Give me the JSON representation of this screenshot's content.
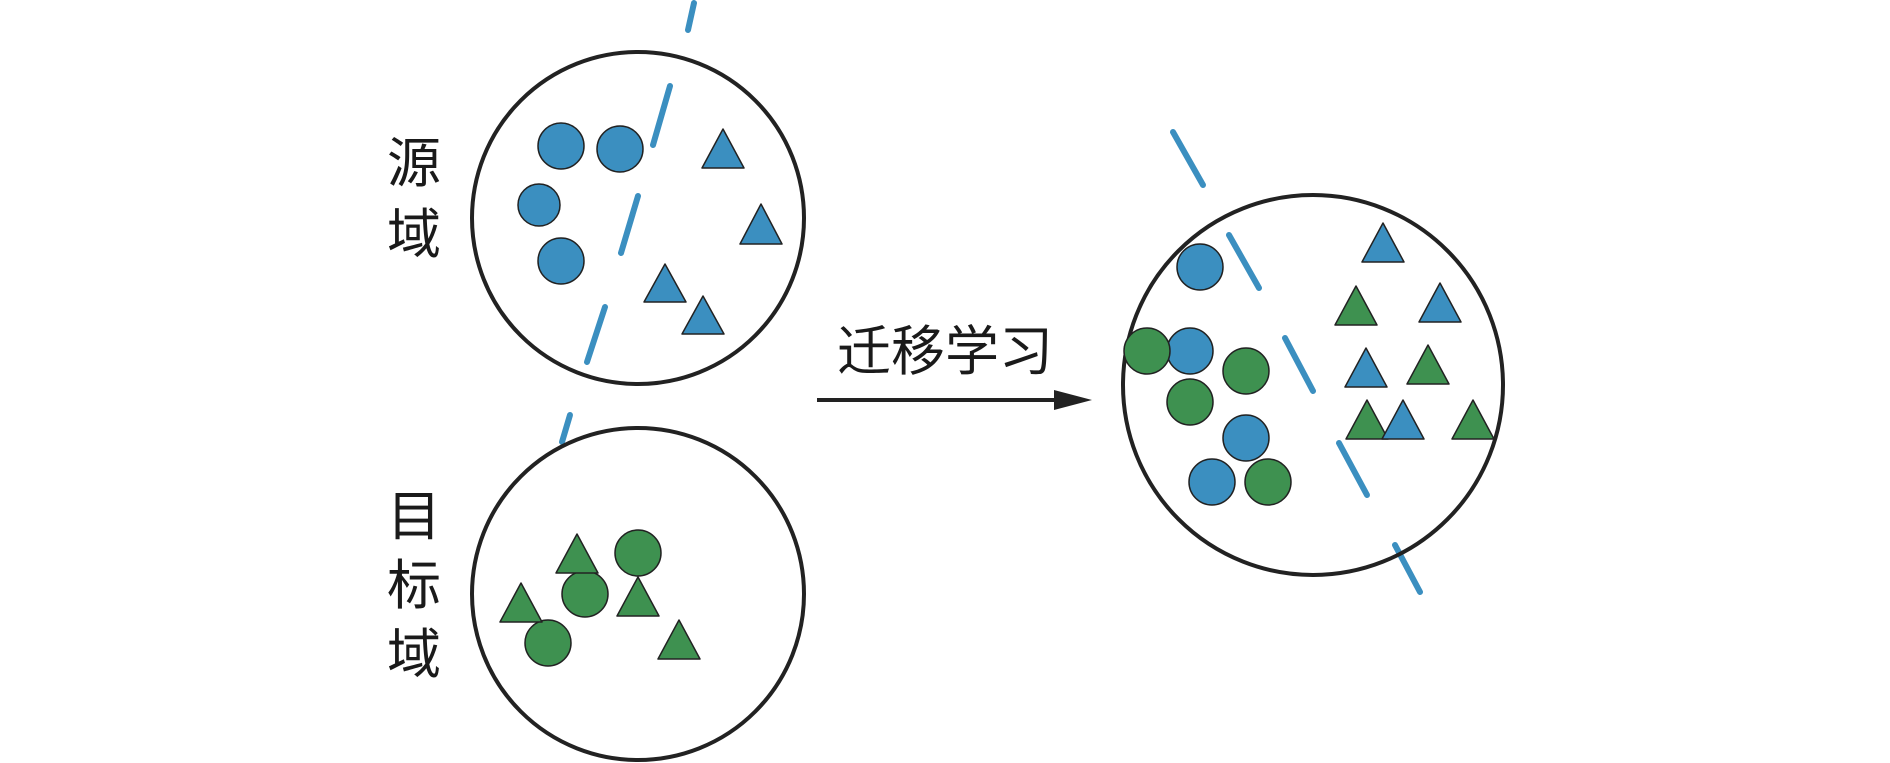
{
  "labels": {
    "source_domain": [
      "源",
      "域"
    ],
    "target_domain": [
      "目",
      "标",
      "域"
    ],
    "transfer_learning": "迁移学习"
  },
  "colors": {
    "source": "#3b8fc0",
    "target": "#3e9150",
    "outline": "#222222",
    "arrow": "#222222",
    "boundary": "#3b8fc0"
  },
  "icons": {
    "class_a": "circle",
    "class_b": "triangle",
    "decision_boundary": "dashed-line"
  }
}
